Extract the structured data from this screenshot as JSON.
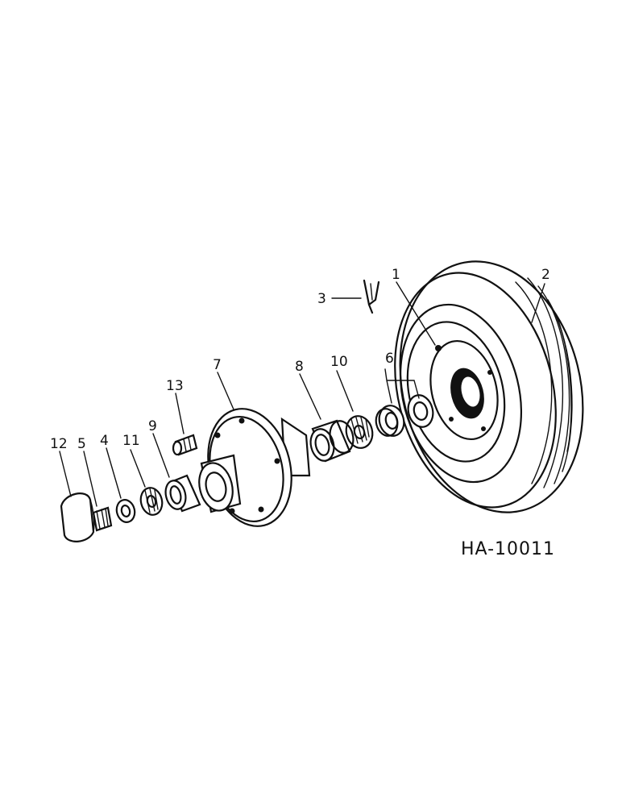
{
  "figure_id": "HA-10011",
  "callouts": [
    {
      "id": "c1",
      "text": "1"
    },
    {
      "id": "c2",
      "text": "2"
    },
    {
      "id": "c3",
      "text": "3"
    },
    {
      "id": "c4",
      "text": "4"
    },
    {
      "id": "c5",
      "text": "5"
    },
    {
      "id": "c6",
      "text": "6"
    },
    {
      "id": "c7",
      "text": "7"
    },
    {
      "id": "c8",
      "text": "8"
    },
    {
      "id": "c9",
      "text": "9"
    },
    {
      "id": "c10",
      "text": "10"
    },
    {
      "id": "c11",
      "text": "11"
    },
    {
      "id": "c12",
      "text": "12"
    },
    {
      "id": "c13",
      "text": "13"
    }
  ]
}
